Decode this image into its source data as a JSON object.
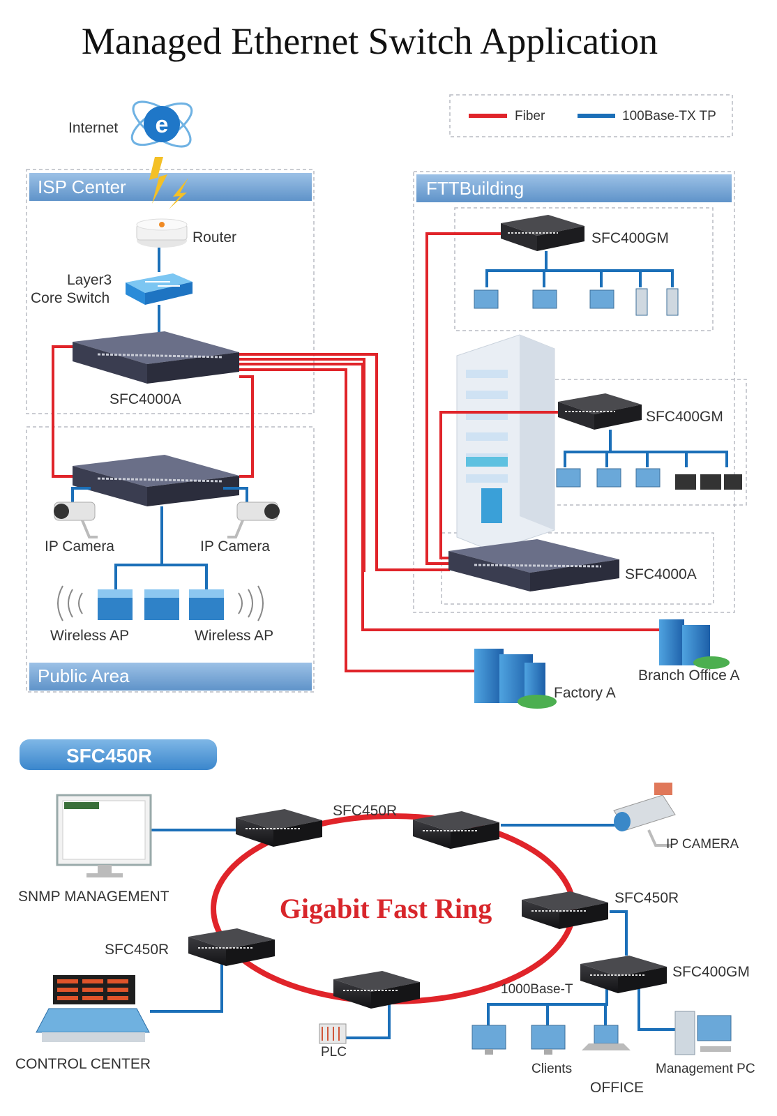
{
  "title": "Managed Ethernet Switch Application",
  "legend": {
    "fiber": "Fiber",
    "tp": "100Base-TX TP"
  },
  "colors": {
    "fiber": "#e0242a",
    "tp": "#1b6fb8",
    "banner": "#7aa7d6",
    "ring": "#e0242a",
    "ring_title": "#d8262b"
  },
  "isp": {
    "banner": "ISP Center",
    "internet": "Internet",
    "router": "Router",
    "core_switch_l1": "Layer3",
    "core_switch_l2": "Core Switch",
    "switch": "SFC4000A"
  },
  "public": {
    "banner": "Public Area",
    "camera_left": "IP Camera",
    "camera_right": "IP Camera",
    "ap_left": "Wireless AP",
    "ap_right": "Wireless AP"
  },
  "building": {
    "banner": "FTTBuilding",
    "switch_top": "SFC400GM",
    "switch_mid": "SFC400GM",
    "switch_bottom": "SFC4000A"
  },
  "sites": {
    "factory": "Factory A",
    "branch": "Branch Office A"
  },
  "ring": {
    "section": "SFC450R",
    "title": "Gigabit Fast Ring",
    "sw_top": "SFC450R",
    "sw_right": "SFC450R",
    "sw_left": "SFC450R",
    "sw_office": "SFC400GM",
    "snmp": "SNMP MANAGEMENT",
    "ip_camera": "IP CAMERA",
    "control": "CONTROL CENTER",
    "plc": "PLC",
    "base_t": "1000Base-T",
    "clients": "Clients",
    "mgmt_pc": "Management PC",
    "office": "OFFICE"
  }
}
